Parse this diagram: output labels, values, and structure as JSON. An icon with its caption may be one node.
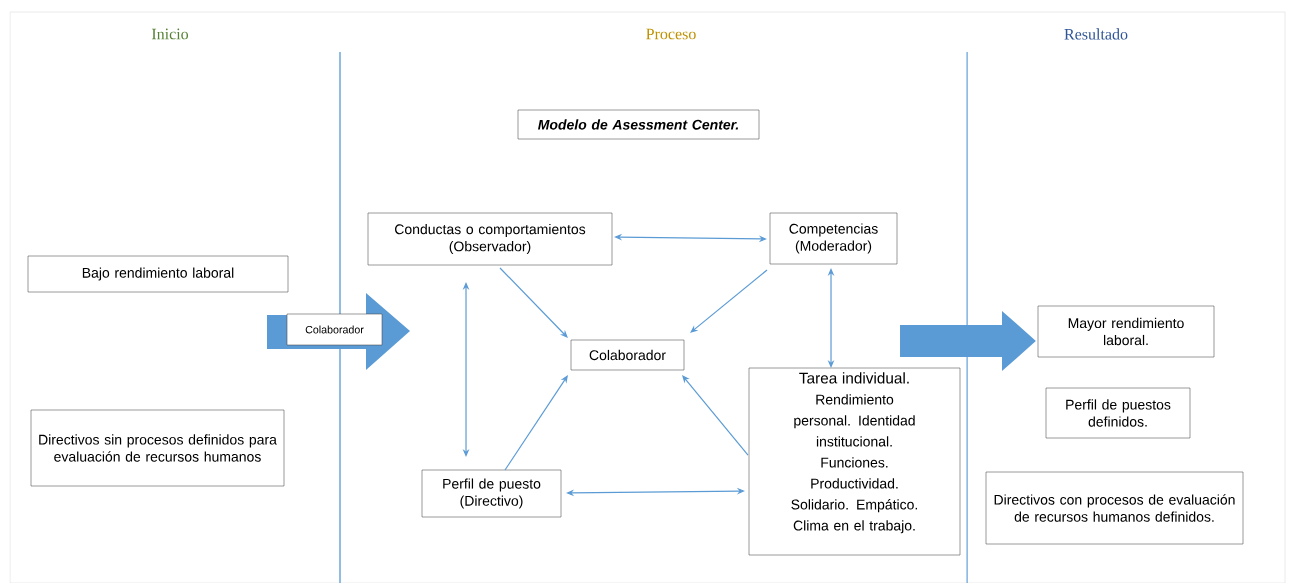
{
  "diagram": {
    "nodes": [
      {
        "text": [
          "Bajo rendimiento laboral"
        ]
      },
      {
        "text": [
          "Directivos sin procesos definidos para evaluación de recursos humanos"
        ]
      },
      {
        "text": [
          "Colaborador"
        ]
      },
      {
        "text": [
          "Modelo de Asessment Center."
        ]
      },
      {
        "text": [
          "Conductas o comportamientos (Observador)"
        ]
      },
      {
        "text": [
          "Competencias (Moderador)"
        ]
      },
      {
        "text": [
          "Colaborador"
        ]
      },
      {
        "text": [
          "Tarea individual.",
          "Rendimiento personal. Identidad institucional. Funciones. Productividad. Solidario. Empático. Clima en el trabajo."
        ]
      },
      {
        "text": [
          "Perfil de puesto (Directivo)"
        ]
      },
      {
        "text": [
          "Mayor rendimiento laboral."
        ]
      },
      {
        "text": [
          "Perfil de puestos definidos."
        ]
      },
      {
        "text": [
          "Directivos con procesos de evaluación de recursos humanos definidos."
        ]
      }
    ],
    "edges": [
      {
        "from": 4,
        "to": 5,
        "arrow": "both"
      },
      {
        "from": 4,
        "to": 8,
        "arrow": "both"
      },
      {
        "from": 4,
        "to": 6,
        "arrow": "to"
      },
      {
        "from": 5,
        "to": 6,
        "arrow": "to"
      },
      {
        "from": 5,
        "to": 7,
        "arrow": "both"
      },
      {
        "from": 8,
        "to": 6,
        "arrow": "to"
      },
      {
        "from": 7,
        "to": 6,
        "arrow": "to"
      },
      {
        "from": 8,
        "to": 7,
        "arrow": "both"
      },
      {
        "from": null,
        "to": 9,
        "arrow": "to",
        "style": "thick"
      }
    ],
    "labels": [
      "Inicio",
      "Proceso",
      "Resultado"
    ]
  }
}
